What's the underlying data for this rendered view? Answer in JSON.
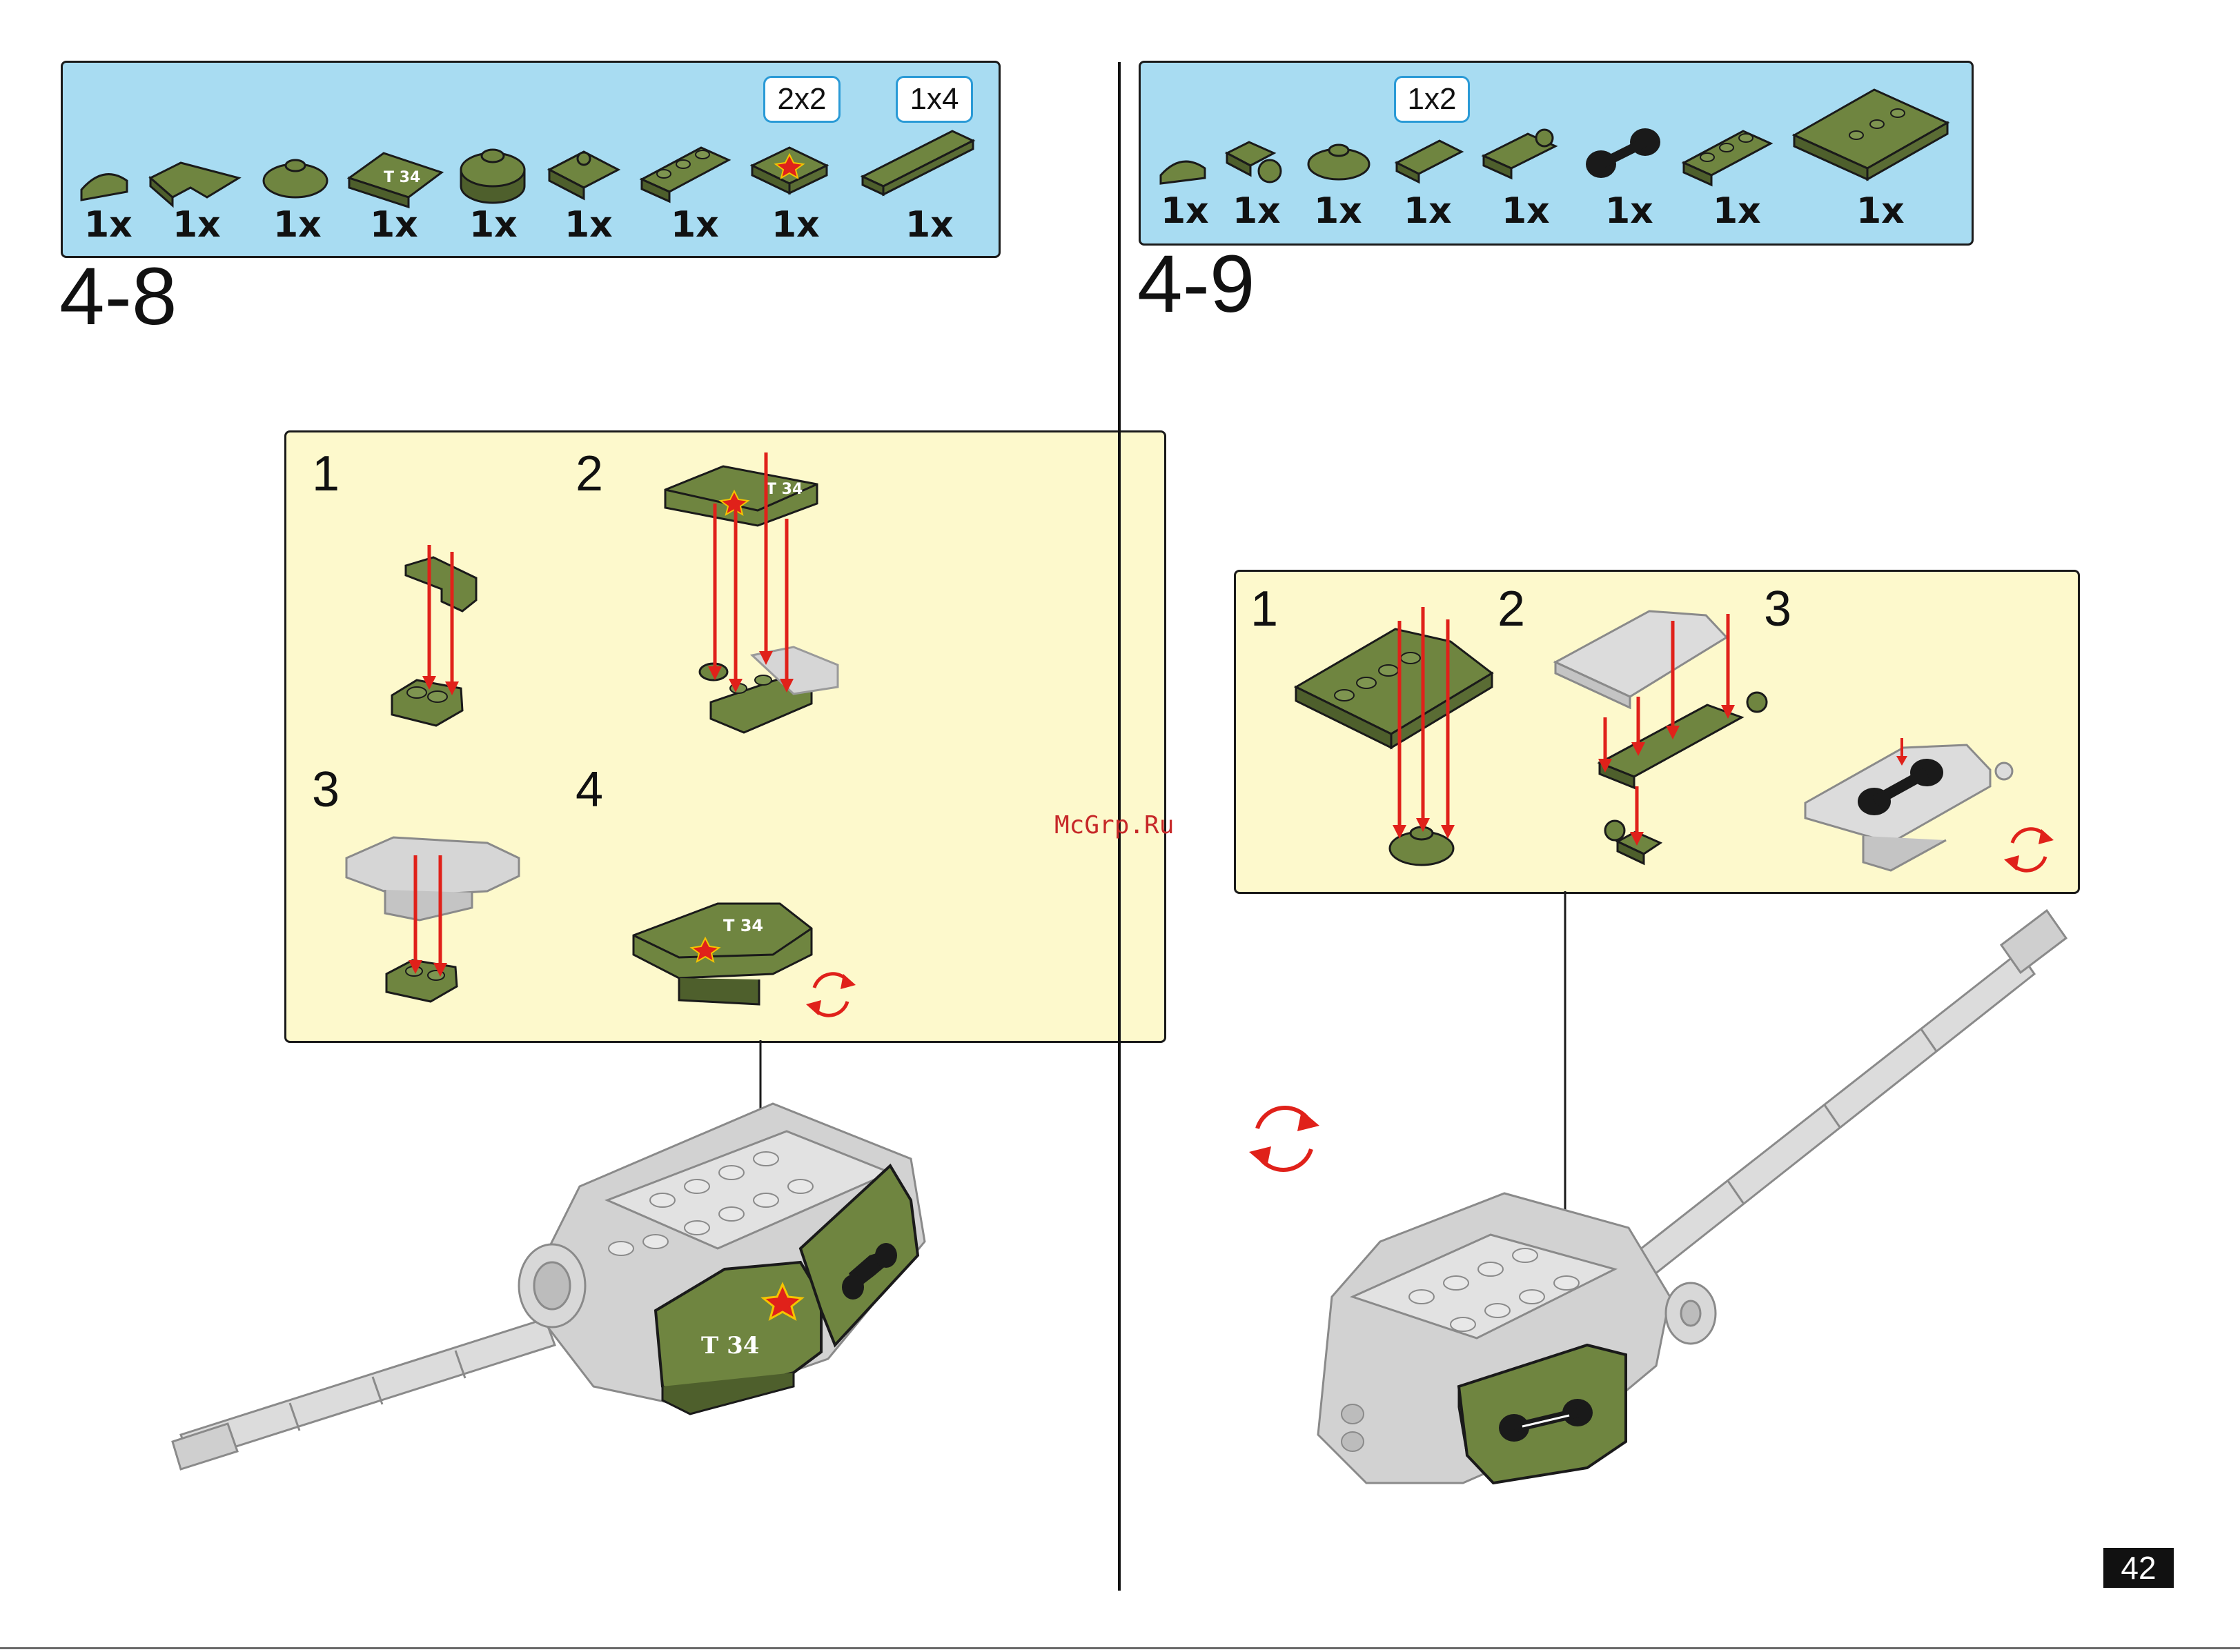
{
  "watermark": "McGrp.Ru",
  "page_number": "42",
  "colors": {
    "brick_green": "#6f8540",
    "brick_green_dark": "#4e5f2c",
    "brick_grey": "#c9c9c9",
    "arrow_red": "#e0211a",
    "parts_bg": "#a8dcf2",
    "callout_bg": "#fdf9cc",
    "badge_border": "#2a9ad6"
  },
  "step_4_8": {
    "title": "4-8",
    "parts": [
      {
        "qty": "1x",
        "icon": "curved-slope-1x1-icon"
      },
      {
        "qty": "1x",
        "icon": "corner-plate-icon"
      },
      {
        "qty": "1x",
        "icon": "round-plate-2x2-icon"
      },
      {
        "qty": "1x",
        "icon": "t34-decorated-corner-plate-icon"
      },
      {
        "qty": "1x",
        "icon": "round-brick-2x2-icon"
      },
      {
        "qty": "1x",
        "icon": "plate-with-clip-icon"
      },
      {
        "qty": "1x",
        "icon": "plate-1x3-icon"
      },
      {
        "qty": "1x",
        "icon": "star-tile-2x2-icon",
        "size": "2x2"
      },
      {
        "qty": "1x",
        "icon": "tile-1x4-icon",
        "size": "1x4"
      }
    ],
    "substeps": [
      "1",
      "2",
      "3",
      "4"
    ]
  },
  "step_4_9": {
    "title": "4-9",
    "parts": [
      {
        "qty": "1x",
        "icon": "curved-slope-1x1-icon"
      },
      {
        "qty": "1x",
        "icon": "plate-with-ball-icon"
      },
      {
        "qty": "1x",
        "icon": "round-plate-2x2-icon"
      },
      {
        "qty": "1x",
        "icon": "tile-1x2-icon",
        "size": "1x2"
      },
      {
        "qty": "1x",
        "icon": "plate-with-bar-icon"
      },
      {
        "qty": "1x",
        "icon": "black-bar-handle-icon"
      },
      {
        "qty": "1x",
        "icon": "plate-1x3-icon"
      },
      {
        "qty": "1x",
        "icon": "plate-2x4-icon"
      }
    ],
    "substeps": [
      "1",
      "2",
      "3"
    ]
  },
  "model_decal": "T 34"
}
